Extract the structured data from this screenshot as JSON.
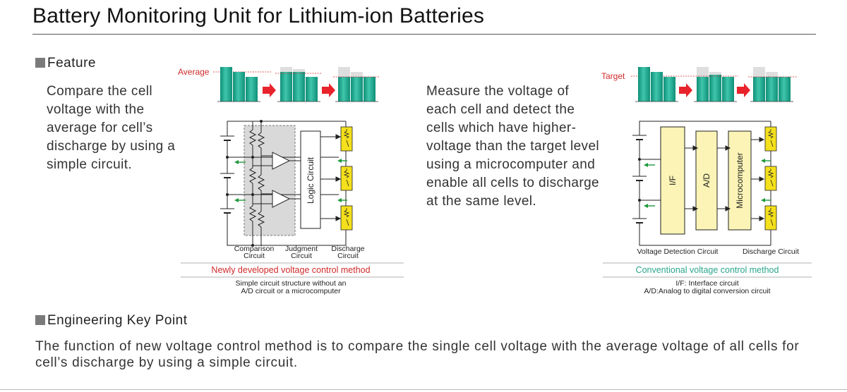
{
  "title": "Battery Monitoring Unit for Lithium-ion Batteries",
  "feature": {
    "heading": "Feature",
    "left_text": "Compare the cell voltage with the average for cell’s discharge by using a simple circuit.",
    "right_text": "Measure the voltage of each cell and detect the cells which have higher-voltage than the target level using a microcomputer and enable all cells to discharge at the same level."
  },
  "new_method": {
    "bar_label": "Average",
    "logic_label": "Logic Circuit",
    "labels": {
      "comparison": [
        "Comparison",
        "Circuit"
      ],
      "judgment": [
        "Judgment",
        "Circuit"
      ],
      "discharge": [
        "Discharge",
        "Circuit"
      ]
    },
    "caption": "Newly developed voltage control method",
    "note_lines": [
      "Simple circuit structure without an",
      "A/D circuit or a microcomputer"
    ]
  },
  "conventional_method": {
    "bar_label": "Target",
    "block_labels": [
      "I/F",
      "A/D",
      "Microcomputer"
    ],
    "labels": {
      "voltage_detection": "Voltage Detection Circuit",
      "discharge": "Discharge Circuit"
    },
    "caption": "Conventional voltage control method",
    "note_lines": [
      "I/F: Interface circuit",
      "A/D:Analog to digital conversion circuit"
    ]
  },
  "key_point": {
    "heading": "Engineering Key Point",
    "text": "The function of new voltage control method is to compare the single cell voltage with the average voltage of all cells for cell’s discharge by using a simple circuit."
  },
  "colors": {
    "battery": "#1fa890",
    "arrow": "#e8232b",
    "discharge_box": "#f4e01c",
    "logic_blocks": "#fbf4b6",
    "green_arrow": "#1f9a3c",
    "new_caption": "#d12a2a",
    "conventional_caption": "#2aa58e"
  }
}
